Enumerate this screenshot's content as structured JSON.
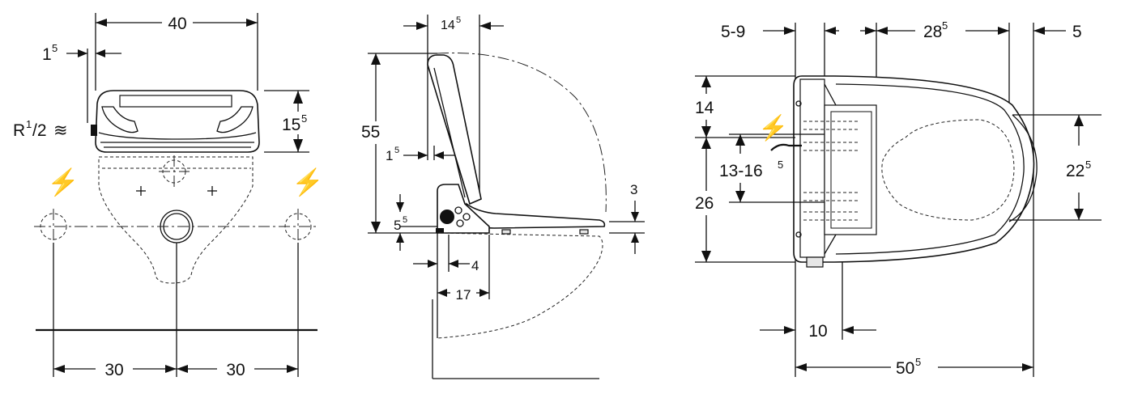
{
  "front_view": {
    "dim_width": "40",
    "dim_offset": "1",
    "dim_offset_sup": "5",
    "dim_height": "15",
    "dim_height_sup": "5",
    "pipe_label_main": "R",
    "pipe_label_sup": "1",
    "pipe_label_sub": "/2",
    "pipe_symbol": "≋",
    "dim_left_spacing": "30",
    "dim_right_spacing": "30",
    "power_symbol": "⚡"
  },
  "side_view": {
    "dim_depth": "14",
    "dim_depth_sup": "5",
    "dim_total_height": "55",
    "dim_offset": "1",
    "dim_offset_sup": "5",
    "dim_base": "5",
    "dim_base_sup": "5",
    "dim_thickness": "3",
    "dim_front": "4",
    "dim_length": "17"
  },
  "top_view": {
    "dim_left": "5-9",
    "dim_seat": "28",
    "dim_seat_sup": "5",
    "dim_right": "5",
    "dim_upper": "14",
    "dim_range": "13-16",
    "dim_range_sup": "5",
    "dim_lower": "26",
    "dim_lid_width": "22",
    "dim_lid_width_sup": "5",
    "dim_bottom_small": "10",
    "dim_total": "50",
    "dim_total_sup": "5",
    "power_symbol": "⚡"
  }
}
